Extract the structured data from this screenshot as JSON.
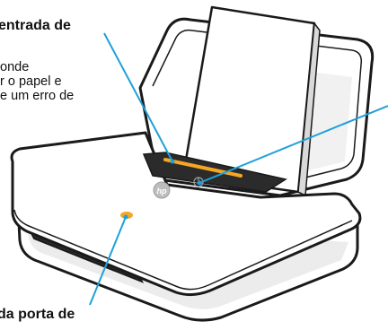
{
  "labels": {
    "top_callout": "entrada de",
    "body_lines": [
      "onde",
      "r o papel e",
      "e um erro de"
    ],
    "bottom_callout": "da porta de"
  },
  "colors": {
    "callout_line": "#1fa0d8",
    "status_light": "#f5a623",
    "outline": "#1a1a1a",
    "body_fill": "#ffffff",
    "shadow": "#e6e6e6"
  },
  "icons": {
    "brand_logo": "hp-logo",
    "power_button": "power-icon"
  }
}
